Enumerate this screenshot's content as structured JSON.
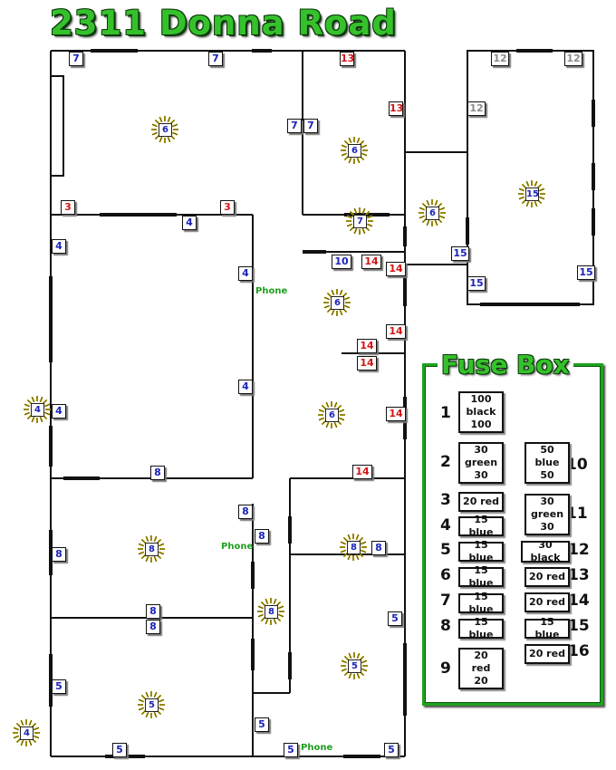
{
  "title": "2311 Donna Road",
  "fuse_box": {
    "heading": "Fuse Box",
    "fuses": [
      {
        "num": "1",
        "lines": [
          "100",
          "black",
          "100"
        ]
      },
      {
        "num": "2",
        "lines": [
          "30",
          "green",
          "30"
        ]
      },
      {
        "num": "3",
        "lines": [
          "20 red"
        ]
      },
      {
        "num": "4",
        "lines": [
          "15 blue"
        ]
      },
      {
        "num": "5",
        "lines": [
          "15 blue"
        ]
      },
      {
        "num": "6",
        "lines": [
          "15 blue"
        ]
      },
      {
        "num": "7",
        "lines": [
          "15 blue"
        ]
      },
      {
        "num": "8",
        "lines": [
          "15 blue"
        ]
      },
      {
        "num": "9",
        "lines": [
          "20",
          "red",
          "20"
        ]
      },
      {
        "num": "10",
        "lines": [
          "50",
          "blue",
          "50"
        ]
      },
      {
        "num": "11",
        "lines": [
          "30",
          "green",
          "30"
        ]
      },
      {
        "num": "12",
        "lines": [
          "30 black"
        ]
      },
      {
        "num": "13",
        "lines": [
          "20 red"
        ]
      },
      {
        "num": "14",
        "lines": [
          "20 red"
        ]
      },
      {
        "num": "15",
        "lines": [
          "15 blue"
        ]
      },
      {
        "num": "16",
        "lines": [
          "20 red"
        ]
      }
    ]
  },
  "phone_label": "Phone",
  "outlets": [
    "7",
    "7",
    "13",
    "13",
    "7",
    "7",
    "3",
    "3",
    "4",
    "4",
    "4",
    "4",
    "4",
    "10",
    "14",
    "14",
    "14",
    "14",
    "14",
    "14",
    "14",
    "8",
    "8",
    "8",
    "8",
    "8",
    "8",
    "8",
    "5",
    "5",
    "5",
    "5",
    "5",
    "12",
    "12",
    "12",
    "15",
    "15"
  ],
  "lights": [
    "6",
    "6",
    "7",
    "6",
    "15",
    "6",
    "6",
    "4",
    "8",
    "8",
    "8",
    "5",
    "5",
    "4"
  ],
  "colors": {
    "title_green": "#36c12c",
    "circuit_blue": "#1a23b8",
    "circuit_red": "#d41414",
    "circuit_gray": "#8a8a8a",
    "phone_green": "#1fa01f"
  }
}
